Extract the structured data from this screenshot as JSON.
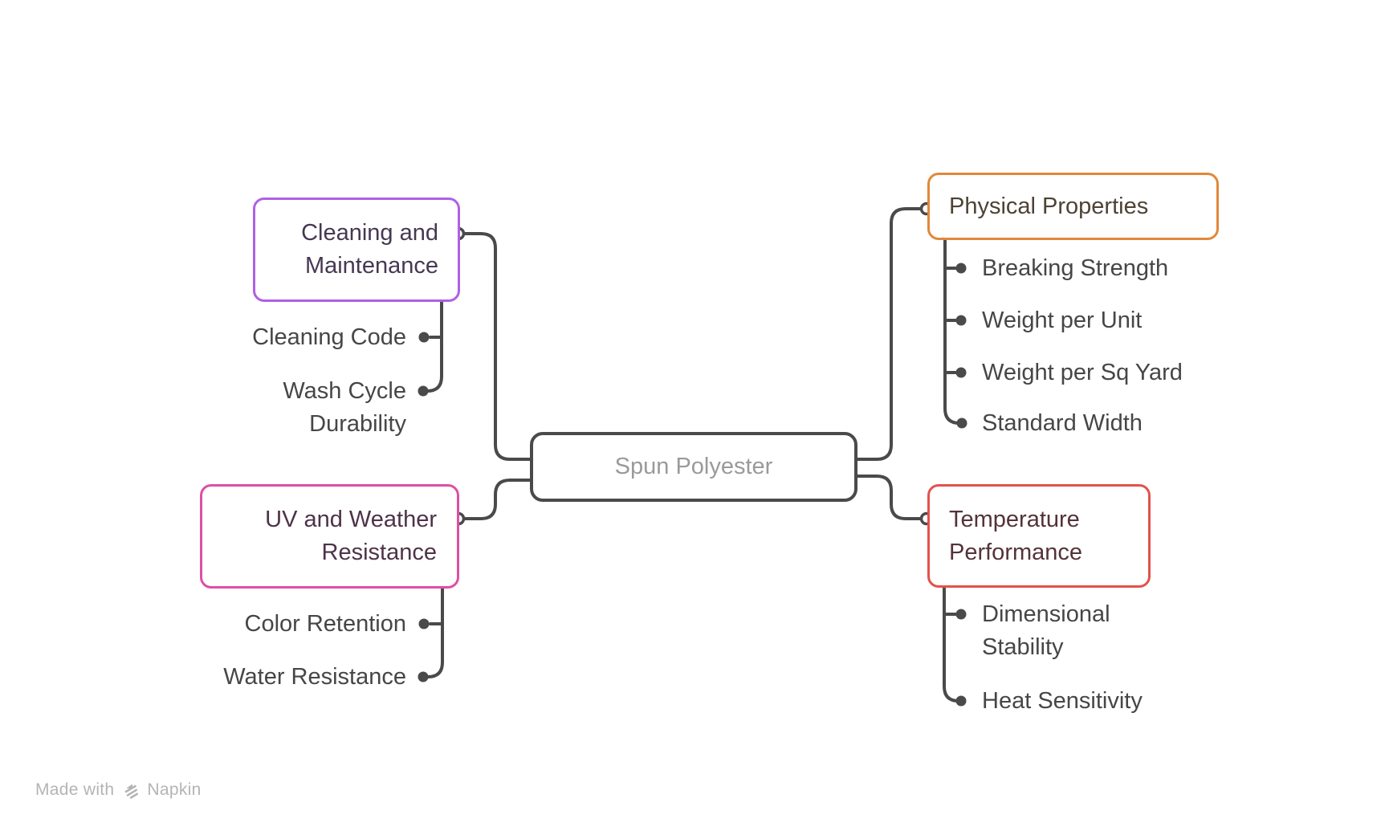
{
  "diagram": {
    "center": {
      "label": "Spun Polyester"
    },
    "branches": [
      {
        "label": "Cleaning and\nMaintenance",
        "children": [
          "Cleaning Code",
          "Wash Cycle\nDurability"
        ]
      },
      {
        "label": "UV and Weather\nResistance",
        "children": [
          "Color Retention",
          "Water Resistance"
        ]
      },
      {
        "label": "Physical Properties",
        "children": [
          "Breaking Strength",
          "Weight per Unit",
          "Weight per Sq Yard",
          "Standard Width"
        ]
      },
      {
        "label": "Temperature\nPerformance",
        "children": [
          "Dimensional\nStability",
          "Heat Sensitivity"
        ]
      }
    ],
    "colors": {
      "wire": "#4a4a4a",
      "center_border": "#4a4a4a",
      "center_text": "#9a9a9a",
      "child_text": "#464646",
      "branch_cleaning": "#ae60e6",
      "branch_uv": "#de4fa4",
      "branch_physical": "#e1883b",
      "branch_temperature": "#e3524b",
      "watermark": "#b4b4b4"
    }
  },
  "watermark": {
    "made_with": "Made with",
    "brand": "Napkin"
  }
}
